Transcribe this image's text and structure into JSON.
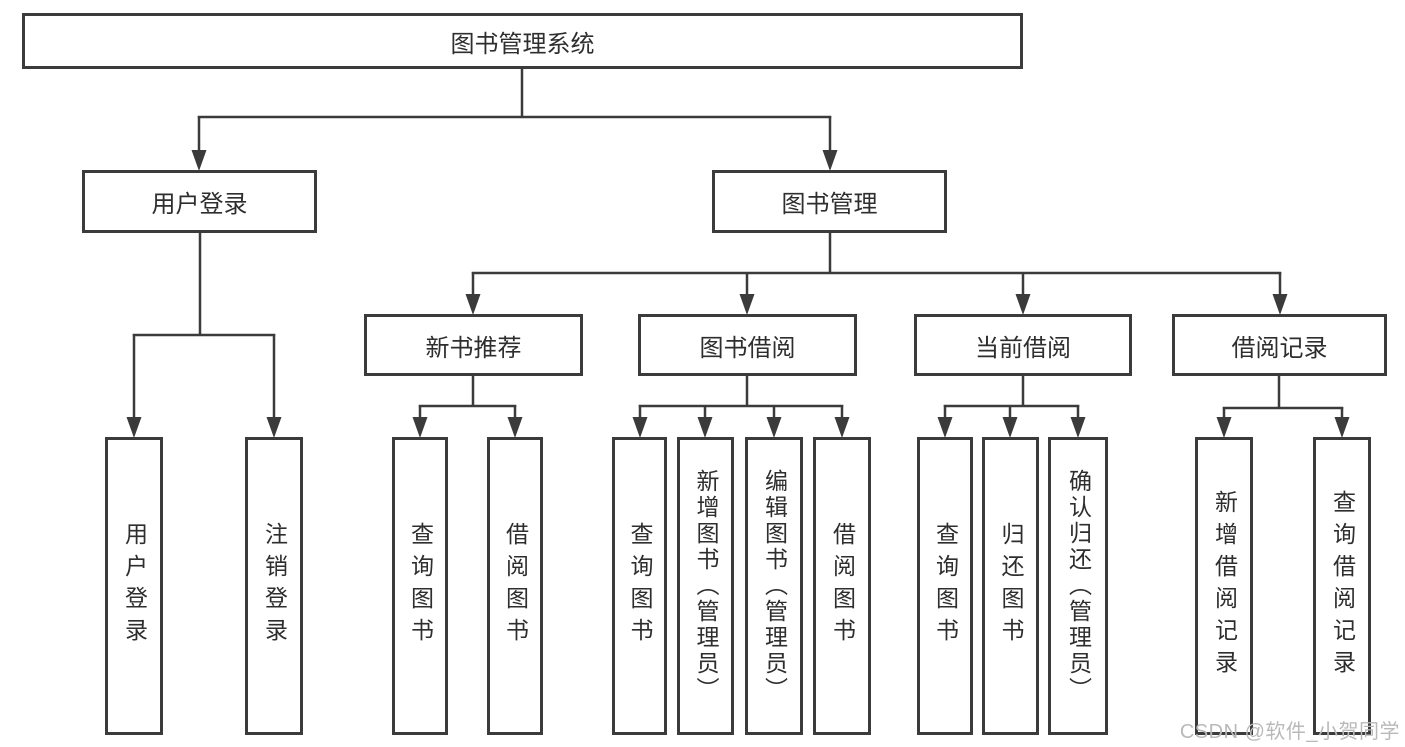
{
  "tree": {
    "root": {
      "label": "图书管理系统",
      "children": [
        {
          "label": "用户登录",
          "children": [
            {
              "label": "用户登录"
            },
            {
              "label": "注销登录"
            }
          ]
        },
        {
          "label": "图书管理",
          "children": [
            {
              "label": "新书推荐",
              "children": [
                {
                  "label": "查询图书"
                },
                {
                  "label": "借阅图书"
                }
              ]
            },
            {
              "label": "图书借阅",
              "children": [
                {
                  "label": "查询图书"
                },
                {
                  "label": "新增图书（管理员）"
                },
                {
                  "label": "编辑图书（管理员）"
                },
                {
                  "label": "借阅图书"
                }
              ]
            },
            {
              "label": "当前借阅",
              "children": [
                {
                  "label": "查询图书"
                },
                {
                  "label": "归还图书"
                },
                {
                  "label": "确认归还（管理员）"
                }
              ]
            },
            {
              "label": "借阅记录",
              "children": [
                {
                  "label": "新增借阅记录"
                },
                {
                  "label": "查询借阅记录"
                }
              ]
            }
          ]
        }
      ]
    }
  },
  "watermark": {
    "text": "CSDN @软件_小贺同学"
  },
  "colors": {
    "line": "#3b3b3b",
    "border": "#3b3b3b",
    "text": "#2e2e2e",
    "watermark": "#b9b9b9",
    "background": "#ffffff"
  }
}
